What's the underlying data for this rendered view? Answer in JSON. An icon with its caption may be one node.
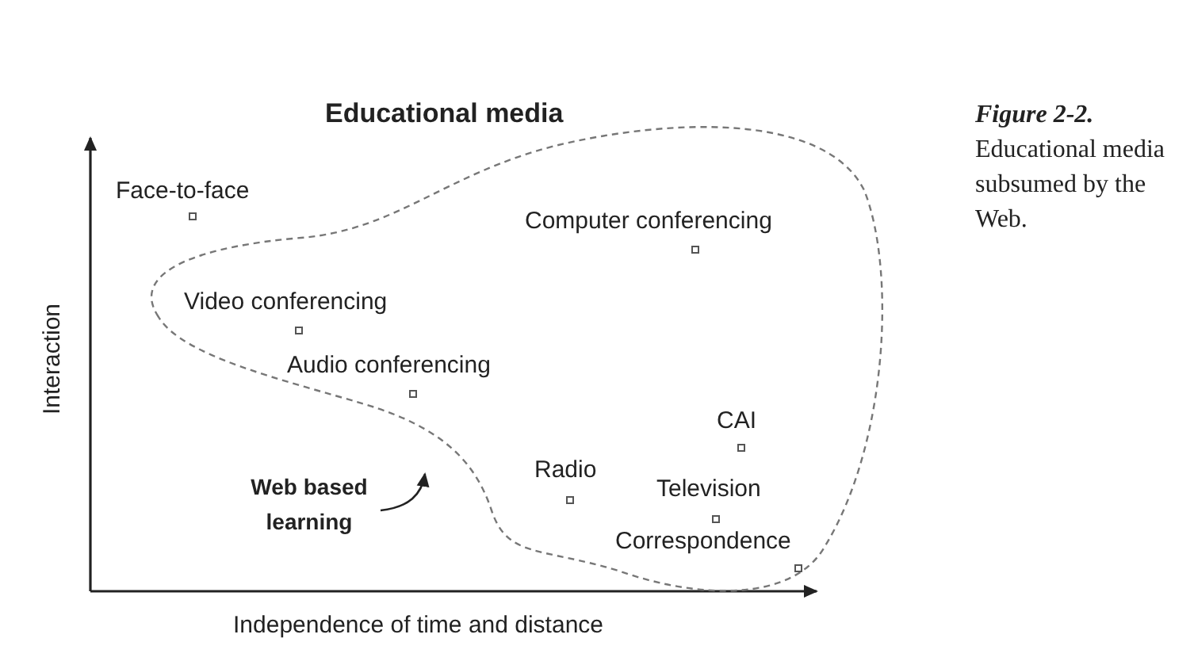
{
  "diagram": {
    "title": "Educational media",
    "caption": "**Figure 2-2.** Educational media subsumed by the Web.",
    "nodes": [
      {
        "text": [
          "Web based learning"
        ]
      },
      {
        "text": [],
        "shape": "cloud"
      }
    ],
    "edges": [
      {
        "from": 0,
        "to": 1,
        "arrow": "to"
      }
    ],
    "labels": [
      "Face-to-face",
      "Computer conferencing",
      "Video conferencing",
      "Audio conferencing",
      "CAI",
      "Radio",
      "Television",
      "Correspondence",
      "Interaction",
      "Independence of time and distance"
    ]
  }
}
